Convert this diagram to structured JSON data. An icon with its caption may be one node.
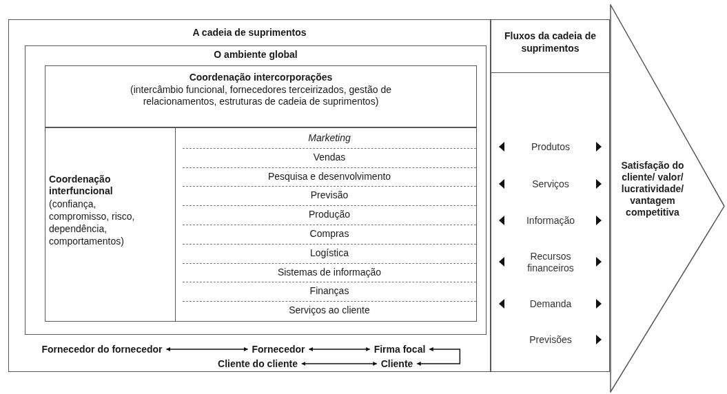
{
  "diagram": {
    "nodes": [
      {
        "text": [
          "A cadeia de suprimentos"
        ]
      },
      {
        "text": [
          "O ambiente global"
        ],
        "in": 0
      },
      {
        "text": [
          "Coordenação intercorporações",
          "(intercâmbio funcional, fornecedores terceirizados, gestão de relacionamentos, estruturas de cadeia de suprimentos)"
        ],
        "in": 1
      },
      {
        "text": [
          "Coordenação interfuncional",
          "(confiança, compromisso, risco, dependência, comportamentos)"
        ],
        "in": 1
      },
      {
        "text": [
          "Marketing",
          "Vendas",
          "Pesquisa e desenvolvimento",
          "Previsão",
          "Produção",
          "Compras",
          "Logística",
          "Sistemas de informação",
          "Finanças",
          "Serviços ao cliente"
        ],
        "in": 1
      },
      {
        "text": [
          "Fornecedor do fornecedor"
        ],
        "in": 0
      },
      {
        "text": [
          "Fornecedor"
        ],
        "in": 0
      },
      {
        "text": [
          "Firma focal"
        ],
        "in": 0
      },
      {
        "text": [
          "Cliente do cliente"
        ],
        "in": 0
      },
      {
        "text": [
          "Cliente"
        ],
        "in": 0
      },
      {
        "text": [
          "Fluxos da cadeia de suprimentos",
          "Produtos",
          "Serviços",
          "Informação",
          "Recursos financeiros",
          "Demanda",
          "Previsões"
        ]
      },
      {
        "text": [
          "Satisfação do cliente/ valor/ lucratividade/ vantagem competitiva"
        ]
      }
    ],
    "edges": [
      {
        "from": 5,
        "to": 6,
        "arrow": "both"
      },
      {
        "from": 6,
        "to": 7,
        "arrow": "both"
      },
      {
        "from": 7,
        "to": 9,
        "arrow": "both"
      },
      {
        "from": 8,
        "to": 9,
        "arrow": "both"
      }
    ]
  }
}
